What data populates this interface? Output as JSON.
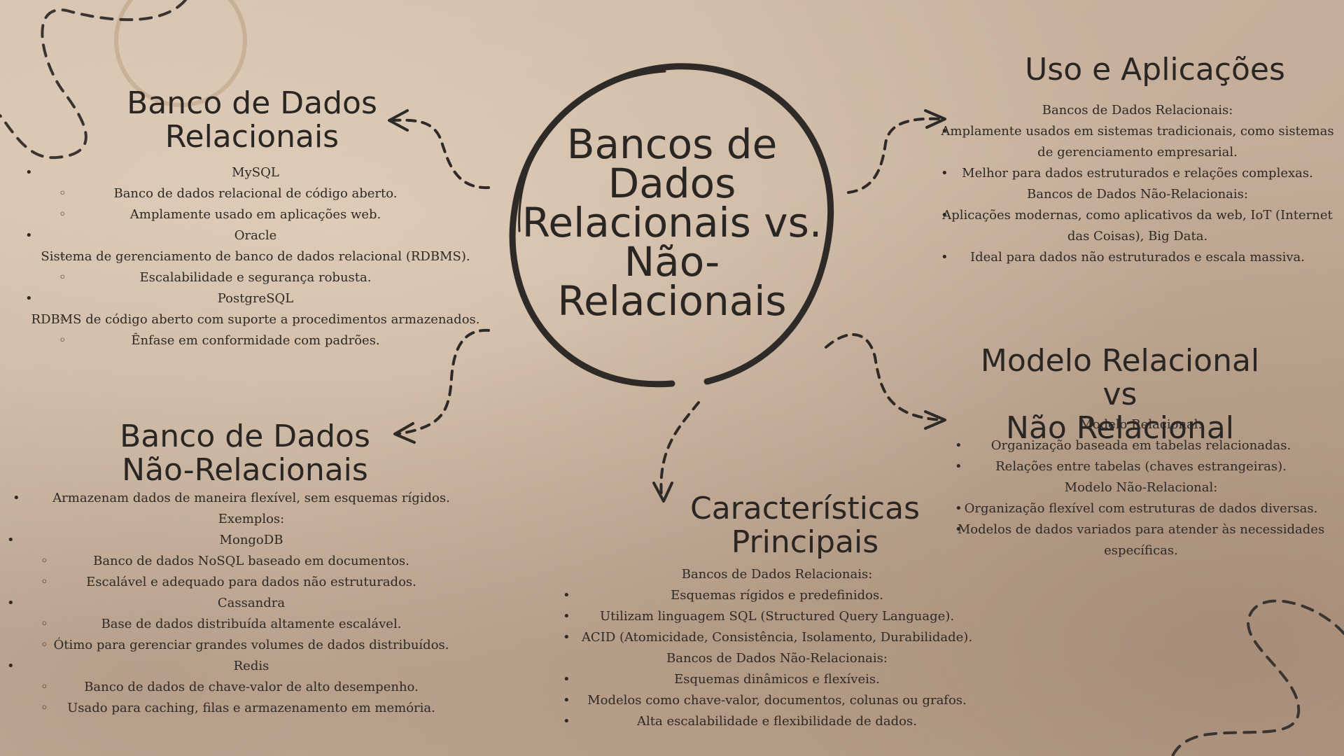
{
  "center": {
    "title": "Bancos de\nDados\nRelacionais vs.\nNão-Relacionais"
  },
  "relational": {
    "title": "Banco de Dados\nRelacionais",
    "items": [
      {
        "kind": "top",
        "text": "MySQL"
      },
      {
        "kind": "sub",
        "text": "Banco de dados relacional de código aberto."
      },
      {
        "kind": "sub",
        "text": "Amplamente usado em aplicações web."
      },
      {
        "kind": "top",
        "text": "Oracle"
      },
      {
        "kind": "sub",
        "text": "Sistema de gerenciamento de banco de dados relacional (RDBMS)."
      },
      {
        "kind": "sub",
        "text": "Escalabilidade e segurança robusta."
      },
      {
        "kind": "top",
        "text": "PostgreSQL"
      },
      {
        "kind": "sub",
        "text": "RDBMS de código aberto com suporte a procedimentos armazenados."
      },
      {
        "kind": "sub",
        "text": "Ênfase em conformidade com padrões."
      }
    ]
  },
  "nonrelational": {
    "title": "Banco de Dados\nNão-Relacionais",
    "items": [
      {
        "kind": "bul",
        "text": "Armazenam dados de maneira flexível, sem esquemas rígidos."
      },
      {
        "kind": "plain",
        "text": "Exemplos:"
      },
      {
        "kind": "top",
        "text": "MongoDB"
      },
      {
        "kind": "sub",
        "text": "Banco de dados NoSQL baseado em documentos."
      },
      {
        "kind": "sub",
        "text": "Escalável e adequado para dados não estruturados."
      },
      {
        "kind": "top",
        "text": "Cassandra"
      },
      {
        "kind": "sub",
        "text": "Base de dados distribuída altamente escalável."
      },
      {
        "kind": "sub",
        "text": "Ótimo para gerenciar grandes volumes de dados distribuídos."
      },
      {
        "kind": "top",
        "text": "Redis"
      },
      {
        "kind": "sub",
        "text": "Banco de dados de chave-valor de alto desempenho."
      },
      {
        "kind": "sub",
        "text": "Usado para caching, filas e armazenamento em memória."
      }
    ]
  },
  "characteristics": {
    "title": "Características\nPrincipais",
    "items": [
      {
        "kind": "plain",
        "text": "Bancos de Dados Relacionais:"
      },
      {
        "kind": "bul",
        "text": "Esquemas rígidos e predefinidos."
      },
      {
        "kind": "bul",
        "text": "Utilizam linguagem SQL (Structured Query Language)."
      },
      {
        "kind": "bul",
        "text": "ACID (Atomicidade, Consistência, Isolamento, Durabilidade)."
      },
      {
        "kind": "plain",
        "text": "Bancos de Dados Não-Relacionais:"
      },
      {
        "kind": "bul",
        "text": "Esquemas dinâmicos e flexíveis."
      },
      {
        "kind": "bul",
        "text": "Modelos como chave-valor, documentos, colunas ou grafos."
      },
      {
        "kind": "bul",
        "text": "Alta escalabilidade e flexibilidade de dados."
      }
    ]
  },
  "uses": {
    "title": "Uso e Aplicações",
    "items": [
      {
        "kind": "plain",
        "text": "Bancos de Dados Relacionais:"
      },
      {
        "kind": "bul",
        "text": "Amplamente usados em sistemas tradicionais, como sistemas de gerenciamento empresarial."
      },
      {
        "kind": "bul",
        "text": "Melhor para dados estruturados e relações complexas."
      },
      {
        "kind": "plain",
        "text": "Bancos de Dados Não-Relacionais:"
      },
      {
        "kind": "bul",
        "text": "Aplicações modernas, como aplicativos da web, IoT (Internet das Coisas), Big Data."
      },
      {
        "kind": "bul",
        "text": "Ideal para dados não estruturados e escala massiva."
      }
    ]
  },
  "model": {
    "title": "Modelo Relacional vs\nNão Relacional",
    "items": [
      {
        "kind": "plain",
        "text": "Modelo Relacional:"
      },
      {
        "kind": "bul",
        "text": "Organização baseada em tabelas relacionadas."
      },
      {
        "kind": "bul",
        "text": "Relações entre tabelas (chaves estrangeiras)."
      },
      {
        "kind": "plain",
        "text": "Modelo Não-Relacional:"
      },
      {
        "kind": "bul",
        "text": "Organização flexível com estruturas de dados diversas."
      },
      {
        "kind": "bul",
        "text": "Modelos de dados variados para atender às necessidades específicas."
      }
    ]
  }
}
